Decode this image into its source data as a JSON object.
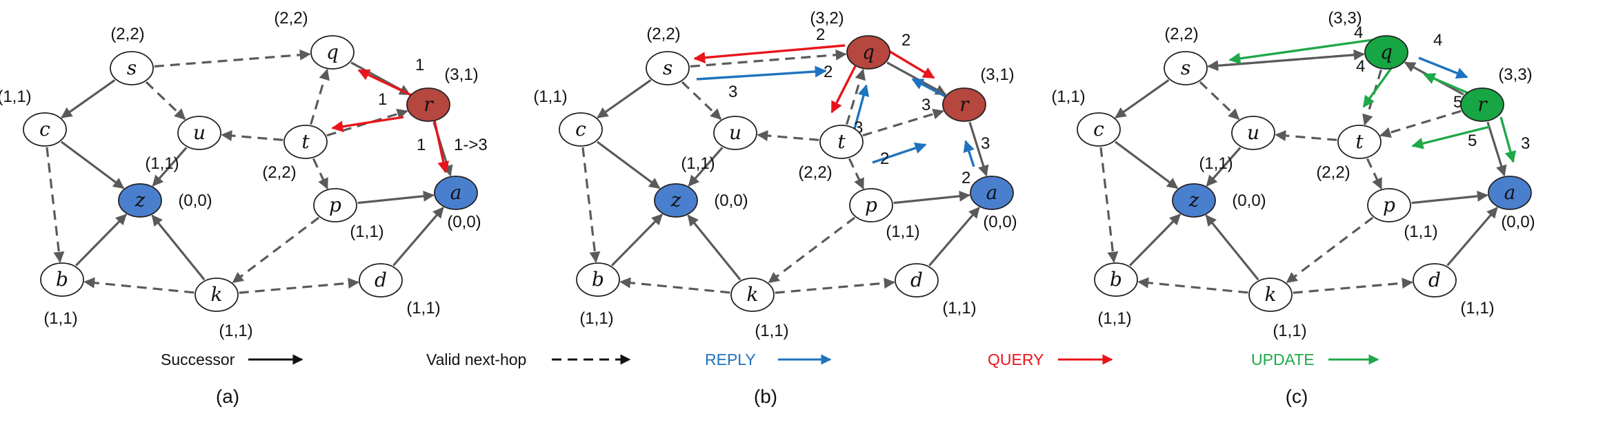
{
  "colors": {
    "gray": "#5a5a5a",
    "red": "#e8141a",
    "blue": "#1e73be",
    "green": "#1fa84a",
    "node_blue": "#4a7fce",
    "node_red": "#b5473f",
    "node_green": "#17a643",
    "node_white": "#ffffff"
  },
  "node_names": [
    "s",
    "q",
    "r",
    "c",
    "u",
    "t",
    "z",
    "p",
    "a",
    "b",
    "k",
    "d"
  ],
  "panels": [
    {
      "caption": "(a)",
      "labels": {
        "s": "(2,2)",
        "q": "(2,2)",
        "r": "(3,1)",
        "c": "(1,1)",
        "u": "(1,1)",
        "t": "(2,2)",
        "z": "(0,0)",
        "p": "(1,1)",
        "a": "(0,0)",
        "b": "(1,1)",
        "k": "(1,1)",
        "d": "(1,1)"
      },
      "highlight": {
        "r": "node_red"
      },
      "messages": [
        "1",
        "1",
        "1",
        "1->3"
      ]
    },
    {
      "caption": "(b)",
      "labels": {
        "s": "(2,2)",
        "q": "(3,2)",
        "r": "(3,1)",
        "c": "(1,1)",
        "u": "(1,1)",
        "t": "(2,2)",
        "z": "(0,0)",
        "p": "(1,1)",
        "a": "(0,0)",
        "b": "(1,1)",
        "k": "(1,1)",
        "d": "(1,1)"
      },
      "highlight": {
        "q": "node_red",
        "r": "node_red"
      },
      "messages": [
        "2",
        "2",
        "2",
        "3",
        "3",
        "3",
        "2",
        "2",
        "3"
      ]
    },
    {
      "caption": "(c)",
      "labels": {
        "s": "(2,2)",
        "q": "(3,3)",
        "r": "(3,3)",
        "c": "(1,1)",
        "u": "(1,1)",
        "t": "(2,2)",
        "z": "(0,0)",
        "p": "(1,1)",
        "a": "(0,0)",
        "b": "(1,1)",
        "k": "(1,1)",
        "d": "(1,1)"
      },
      "highlight": {
        "q": "node_green",
        "r": "node_green"
      },
      "messages": [
        "4",
        "4",
        "4",
        "5",
        "5",
        "3"
      ]
    }
  ],
  "legend": {
    "successor": "Successor",
    "valid_next_hop": "Valid next-hop",
    "reply": "REPLY",
    "query": "QUERY",
    "update": "UPDATE"
  }
}
